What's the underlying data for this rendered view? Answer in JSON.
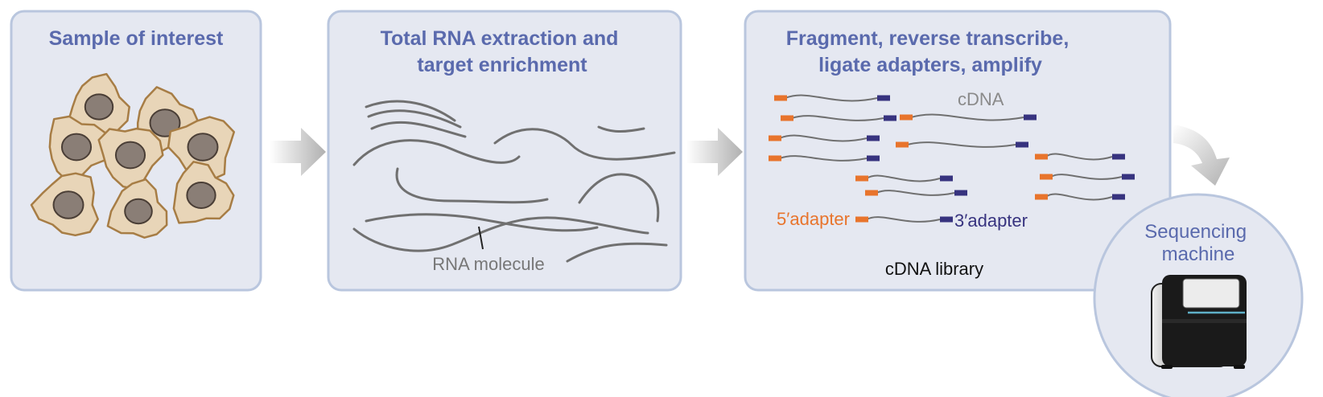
{
  "panels": [
    {
      "title_lines": [
        "Sample of interest"
      ]
    },
    {
      "title_lines": [
        "Total RNA extraction and",
        "target enrichment"
      ],
      "molecule_label": "RNA molecule"
    },
    {
      "title_lines": [
        "Fragment, reverse transcribe,",
        "ligate adapters, amplify"
      ],
      "cdna_label": "cDNA",
      "five_prime_label": "5′adapter",
      "three_prime_label": "3′adapter",
      "library_label": "cDNA library"
    }
  ],
  "machine": {
    "label_lines": [
      "Sequencing",
      "machine"
    ]
  },
  "colors": {
    "panel_fill": "#e5e8f1",
    "panel_stroke": "#b9c6de",
    "title": "#5a6aad",
    "strand": "#707070",
    "five_prime_adapter": "#e8742c",
    "three_prime_adapter": "#37337f",
    "cell_body": "#e8d5b8",
    "cell_outline": "#a77d45",
    "nucleus": "#8a7e76",
    "arrow": "#b4b4b4"
  },
  "icons": [
    "cell-icon",
    "rna-strand-icon",
    "cdna-fragment-icon",
    "arrow-right-icon",
    "arrow-curved-icon",
    "sequencer-icon"
  ]
}
